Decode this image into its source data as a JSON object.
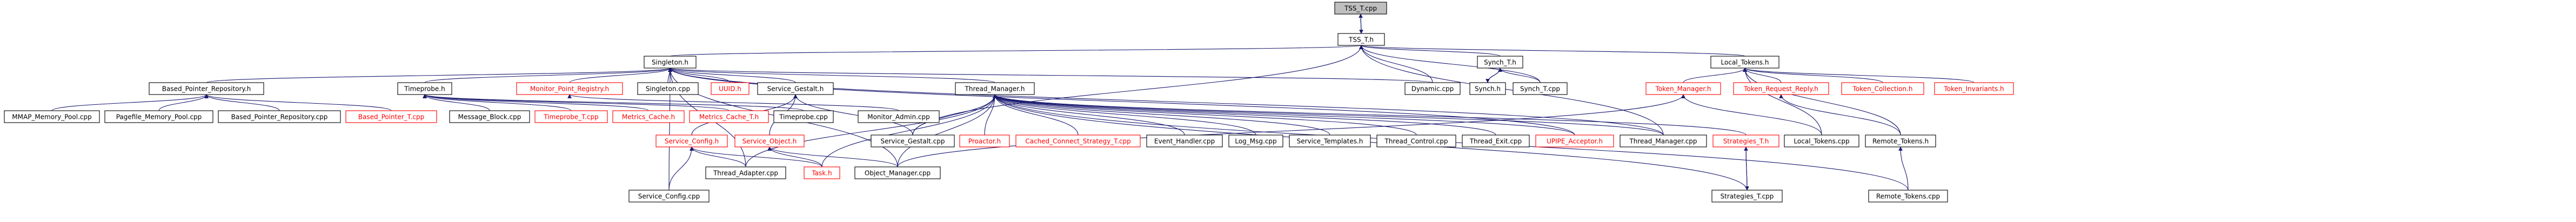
{
  "graph": {
    "colors": {
      "edge": "#191970",
      "node_border": "#000000",
      "missing_border": "#ff0000",
      "missing_text": "#ff0000",
      "root_fill": "#bfbfbf",
      "text": "#000000",
      "background": "#ffffff"
    },
    "nodes": [
      {
        "id": "tss_t_cpp",
        "label": "TSS_T.cpp",
        "root": true
      },
      {
        "id": "tss_t_h",
        "label": "TSS_T.h"
      },
      {
        "id": "singleton_h",
        "label": "Singleton.h"
      },
      {
        "id": "synch_t_h",
        "label": "Synch_T.h"
      },
      {
        "id": "local_tokens_h",
        "label": "Local_Tokens.h"
      },
      {
        "id": "based_pointer_repository_h",
        "label": "Based_Pointer_Repository.h"
      },
      {
        "id": "timeprobe_h",
        "label": "Timeprobe.h"
      },
      {
        "id": "monitor_point_registry_h",
        "label": "Monitor_Point_Registry.h",
        "missing": true
      },
      {
        "id": "singleton_cpp",
        "label": "Singleton.cpp"
      },
      {
        "id": "uuid_h",
        "label": "UUID.h",
        "missing": true
      },
      {
        "id": "service_gestalt_h",
        "label": "Service_Gestalt.h"
      },
      {
        "id": "thread_manager_h",
        "label": "Thread_Manager.h"
      },
      {
        "id": "dynamic_cpp",
        "label": "Dynamic.cpp"
      },
      {
        "id": "synch_h",
        "label": "Synch.h"
      },
      {
        "id": "synch_t_cpp",
        "label": "Synch_T.cpp"
      },
      {
        "id": "token_manager_h",
        "label": "Token_Manager.h",
        "missing": true
      },
      {
        "id": "token_request_reply_h",
        "label": "Token_Request_Reply.h",
        "missing": true
      },
      {
        "id": "token_collection_h",
        "label": "Token_Collection.h",
        "missing": true
      },
      {
        "id": "token_invariants_h",
        "label": "Token_Invariants.h",
        "missing": true
      },
      {
        "id": "mmap_memory_pool_cpp",
        "label": "MMAP_Memory_Pool.cpp"
      },
      {
        "id": "pagefile_memory_pool_cpp",
        "label": "Pagefile_Memory_Pool.cpp"
      },
      {
        "id": "based_pointer_repository_cpp",
        "label": "Based_Pointer_Repository.cpp"
      },
      {
        "id": "based_pointer_t_cpp",
        "label": "Based_Pointer_T.cpp",
        "missing": true
      },
      {
        "id": "message_block_cpp",
        "label": "Message_Block.cpp"
      },
      {
        "id": "timeprobe_t_cpp",
        "label": "Timeprobe_T.cpp",
        "missing": true
      },
      {
        "id": "metrics_cache_h",
        "label": "Metrics_Cache.h",
        "missing": true
      },
      {
        "id": "metrics_cache_t_h",
        "label": "Metrics_Cache_T.h",
        "missing": true
      },
      {
        "id": "timeprobe_cpp",
        "label": "Timeprobe.cpp"
      },
      {
        "id": "monitor_admin_cpp",
        "label": "Monitor_Admin.cpp"
      },
      {
        "id": "service_config_h",
        "label": "Service_Config.h",
        "missing": true
      },
      {
        "id": "service_object_h",
        "label": "Service_Object.h",
        "missing": true
      },
      {
        "id": "service_gestalt_cpp",
        "label": "Service_Gestalt.cpp"
      },
      {
        "id": "proactor_h",
        "label": "Proactor.h",
        "missing": true
      },
      {
        "id": "cached_connect_strategy_t_cpp",
        "label": "Cached_Connect_Strategy_T.cpp",
        "missing": true
      },
      {
        "id": "event_handler_cpp",
        "label": "Event_Handler.cpp"
      },
      {
        "id": "log_msg_cpp",
        "label": "Log_Msg.cpp"
      },
      {
        "id": "service_templates_h",
        "label": "Service_Templates.h"
      },
      {
        "id": "thread_control_cpp",
        "label": "Thread_Control.cpp"
      },
      {
        "id": "thread_exit_cpp",
        "label": "Thread_Exit.cpp"
      },
      {
        "id": "upipe_acceptor_h",
        "label": "UPIPE_Acceptor.h",
        "missing": true
      },
      {
        "id": "thread_manager_cpp",
        "label": "Thread_Manager.cpp"
      },
      {
        "id": "strategies_t_h",
        "label": "Strategies_T.h",
        "missing": true
      },
      {
        "id": "local_tokens_cpp",
        "label": "Local_Tokens.cpp"
      },
      {
        "id": "remote_tokens_h",
        "label": "Remote_Tokens.h"
      },
      {
        "id": "service_config_cpp",
        "label": "Service_Config.cpp"
      },
      {
        "id": "thread_adapter_cpp",
        "label": "Thread_Adapter.cpp"
      },
      {
        "id": "task_h",
        "label": "Task.h",
        "missing": true
      },
      {
        "id": "object_manager_cpp",
        "label": "Object_Manager.cpp"
      },
      {
        "id": "strategies_t_cpp",
        "label": "Strategies_T.cpp"
      },
      {
        "id": "remote_tokens_cpp",
        "label": "Remote_Tokens.cpp"
      }
    ],
    "edges": [
      [
        "tss_t_cpp",
        "tss_t_h"
      ],
      [
        "tss_t_h",
        "tss_t_cpp"
      ],
      [
        "tss_t_h",
        "singleton_h"
      ],
      [
        "tss_t_h",
        "synch_t_h"
      ],
      [
        "tss_t_h",
        "local_tokens_h"
      ],
      [
        "tss_t_h",
        "dynamic_cpp"
      ],
      [
        "tss_t_h",
        "thread_manager_cpp"
      ],
      [
        "tss_t_h",
        "synch_t_cpp"
      ],
      [
        "tss_t_h",
        "service_gestalt_cpp"
      ],
      [
        "singleton_h",
        "based_pointer_repository_h"
      ],
      [
        "singleton_h",
        "timeprobe_h"
      ],
      [
        "singleton_h",
        "monitor_point_registry_h"
      ],
      [
        "singleton_h",
        "singleton_cpp"
      ],
      [
        "singleton_h",
        "uuid_h"
      ],
      [
        "singleton_h",
        "service_gestalt_h"
      ],
      [
        "singleton_h",
        "thread_manager_h"
      ],
      [
        "singleton_h",
        "dynamic_cpp"
      ],
      [
        "singleton_h",
        "service_config_cpp"
      ],
      [
        "singleton_h",
        "thread_adapter_cpp"
      ],
      [
        "singleton_h",
        "object_manager_cpp"
      ],
      [
        "singleton_h",
        "upipe_acceptor_h"
      ],
      [
        "singleton_h",
        "thread_manager_cpp"
      ],
      [
        "based_pointer_repository_h",
        "mmap_memory_pool_cpp"
      ],
      [
        "based_pointer_repository_h",
        "pagefile_memory_pool_cpp"
      ],
      [
        "based_pointer_repository_h",
        "based_pointer_repository_cpp"
      ],
      [
        "based_pointer_repository_h",
        "based_pointer_t_cpp"
      ],
      [
        "timeprobe_h",
        "message_block_cpp"
      ],
      [
        "timeprobe_h",
        "timeprobe_t_cpp"
      ],
      [
        "timeprobe_h",
        "metrics_cache_h"
      ],
      [
        "timeprobe_h",
        "metrics_cache_t_h"
      ],
      [
        "timeprobe_h",
        "timeprobe_cpp"
      ],
      [
        "monitor_point_registry_h",
        "monitor_admin_cpp"
      ],
      [
        "service_gestalt_h",
        "service_config_h"
      ],
      [
        "service_gestalt_h",
        "service_object_h"
      ],
      [
        "service_gestalt_h",
        "service_gestalt_cpp"
      ],
      [
        "service_config_h",
        "service_config_cpp"
      ],
      [
        "service_config_h",
        "thread_adapter_cpp"
      ],
      [
        "service_config_h",
        "task_h"
      ],
      [
        "service_object_h",
        "task_h"
      ],
      [
        "service_object_h",
        "object_manager_cpp"
      ],
      [
        "thread_manager_h",
        "service_gestalt_cpp"
      ],
      [
        "thread_manager_h",
        "proactor_h"
      ],
      [
        "thread_manager_h",
        "cached_connect_strategy_t_cpp"
      ],
      [
        "thread_manager_h",
        "event_handler_cpp"
      ],
      [
        "thread_manager_h",
        "log_msg_cpp"
      ],
      [
        "thread_manager_h",
        "service_templates_h"
      ],
      [
        "thread_manager_h",
        "thread_control_cpp"
      ],
      [
        "thread_manager_h",
        "thread_exit_cpp"
      ],
      [
        "thread_manager_h",
        "upipe_acceptor_h"
      ],
      [
        "thread_manager_h",
        "thread_manager_cpp"
      ],
      [
        "thread_manager_h",
        "strategies_t_h"
      ],
      [
        "thread_manager_h",
        "thread_adapter_cpp"
      ],
      [
        "thread_manager_h",
        "task_h"
      ],
      [
        "thread_manager_h",
        "object_manager_cpp"
      ],
      [
        "thread_manager_h",
        "strategies_t_cpp"
      ],
      [
        "thread_manager_h",
        "remote_tokens_cpp"
      ],
      [
        "synch_t_h",
        "synch_h"
      ],
      [
        "synch_t_h",
        "synch_t_cpp"
      ],
      [
        "synch_h",
        "synch_t_h"
      ],
      [
        "local_tokens_h",
        "token_manager_h"
      ],
      [
        "local_tokens_h",
        "token_request_reply_h"
      ],
      [
        "local_tokens_h",
        "token_collection_h"
      ],
      [
        "local_tokens_h",
        "token_invariants_h"
      ],
      [
        "local_tokens_h",
        "local_tokens_cpp"
      ],
      [
        "local_tokens_h",
        "remote_tokens_h"
      ],
      [
        "token_manager_h",
        "local_tokens_cpp"
      ],
      [
        "token_manager_h",
        "object_manager_cpp"
      ],
      [
        "token_request_reply_h",
        "remote_tokens_h"
      ],
      [
        "remote_tokens_h",
        "remote_tokens_cpp"
      ],
      [
        "strategies_t_h",
        "strategies_t_cpp"
      ],
      [
        "strategies_t_cpp",
        "strategies_t_h"
      ]
    ]
  }
}
